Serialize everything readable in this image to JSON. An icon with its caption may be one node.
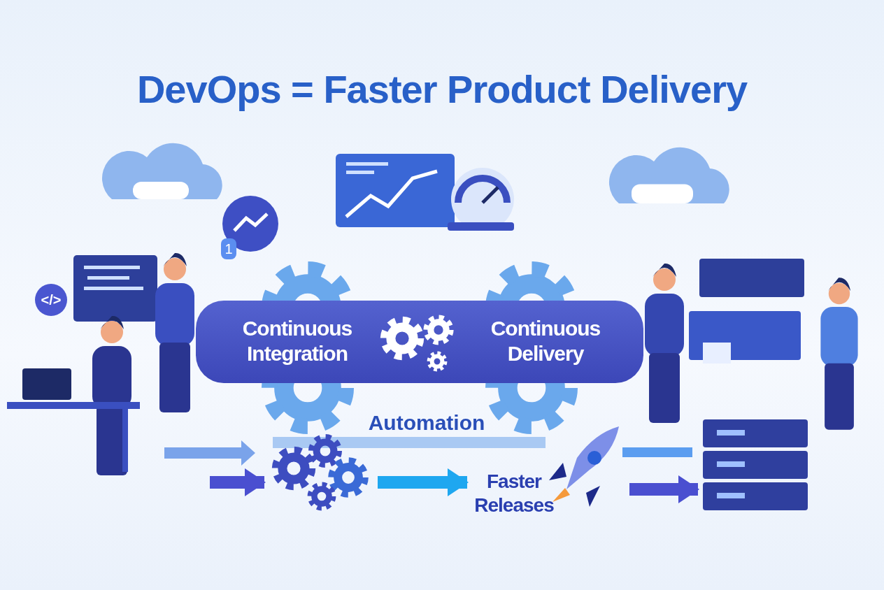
{
  "diagram": {
    "title": "DevOps = Faster Product Delivery",
    "nodes": [
      {
        "text": [
          "Continuous Integration",
          "Continuous Delivery"
        ]
      },
      {
        "text": [],
        "shape": "picture"
      },
      {
        "text": [],
        "shape": "picture"
      },
      {
        "text": [
          "Faster Releases"
        ]
      },
      {
        "text": [],
        "shape": "picture"
      }
    ],
    "edges": [
      {
        "from": 1,
        "to": 2,
        "arrow": "to"
      },
      {
        "from": 2,
        "to": 3,
        "arrow": "to",
        "color": "#1ea7f0"
      },
      {
        "from": 3,
        "to": 4,
        "arrow": "to"
      }
    ],
    "labels": [
      "1",
      "</>",
      "Automation"
    ]
  }
}
